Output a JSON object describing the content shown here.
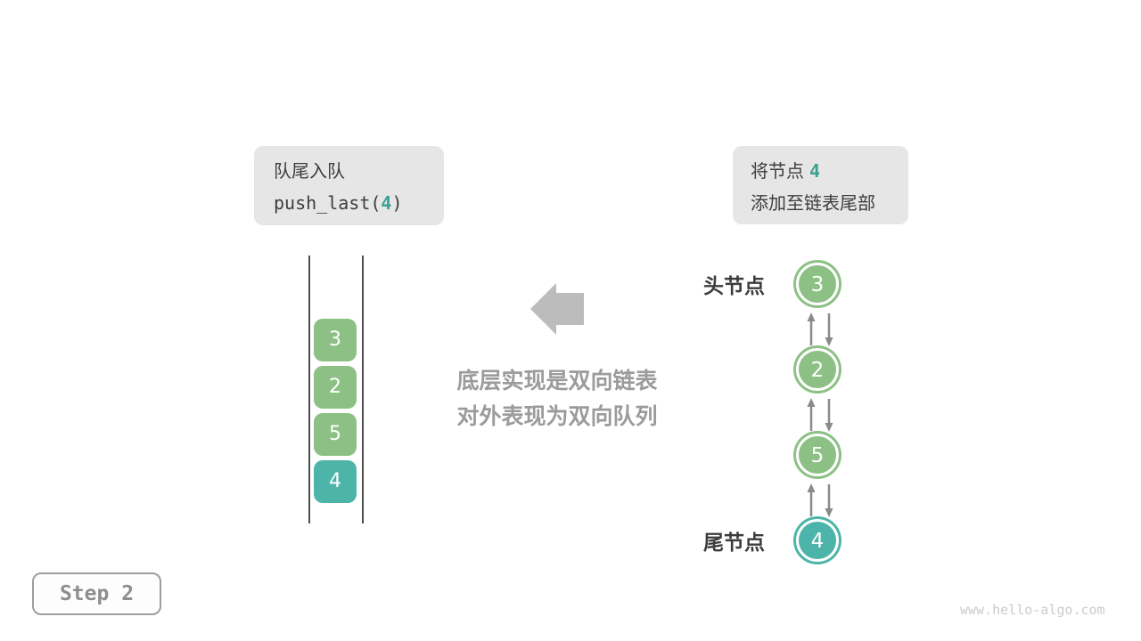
{
  "colors": {
    "green": "#8cc084",
    "teal": "#4db4aa",
    "accent_text": "#3aa193",
    "box_bg": "#e6e6e6",
    "dark_text": "#3d3d3d",
    "caption_gray": "#9b9b9b",
    "block_arrow_gray": "#bcbcbc",
    "link_arrow_gray": "#8a8a8a"
  },
  "operation_box": {
    "title": "队尾入队",
    "code_prefix": "push_last(",
    "code_arg": "4",
    "code_suffix": ")"
  },
  "description_box": {
    "line1_prefix": "将节点",
    "line1_value": "4",
    "line2": "添加至链表尾部"
  },
  "queue": {
    "items": [
      {
        "value": "3",
        "color": "green"
      },
      {
        "value": "2",
        "color": "green"
      },
      {
        "value": "5",
        "color": "green"
      },
      {
        "value": "4",
        "color": "teal"
      }
    ]
  },
  "caption": {
    "line1": "底层实现是双向链表",
    "line2": "对外表现为双向队列"
  },
  "linked_list": {
    "head_label": "头节点",
    "tail_label": "尾节点",
    "nodes": [
      {
        "value": "3",
        "color": "green"
      },
      {
        "value": "2",
        "color": "green"
      },
      {
        "value": "5",
        "color": "green"
      },
      {
        "value": "4",
        "color": "teal"
      }
    ]
  },
  "step_indicator": {
    "label": "Step 2"
  },
  "watermark": {
    "text": "www.hello-algo.com"
  }
}
